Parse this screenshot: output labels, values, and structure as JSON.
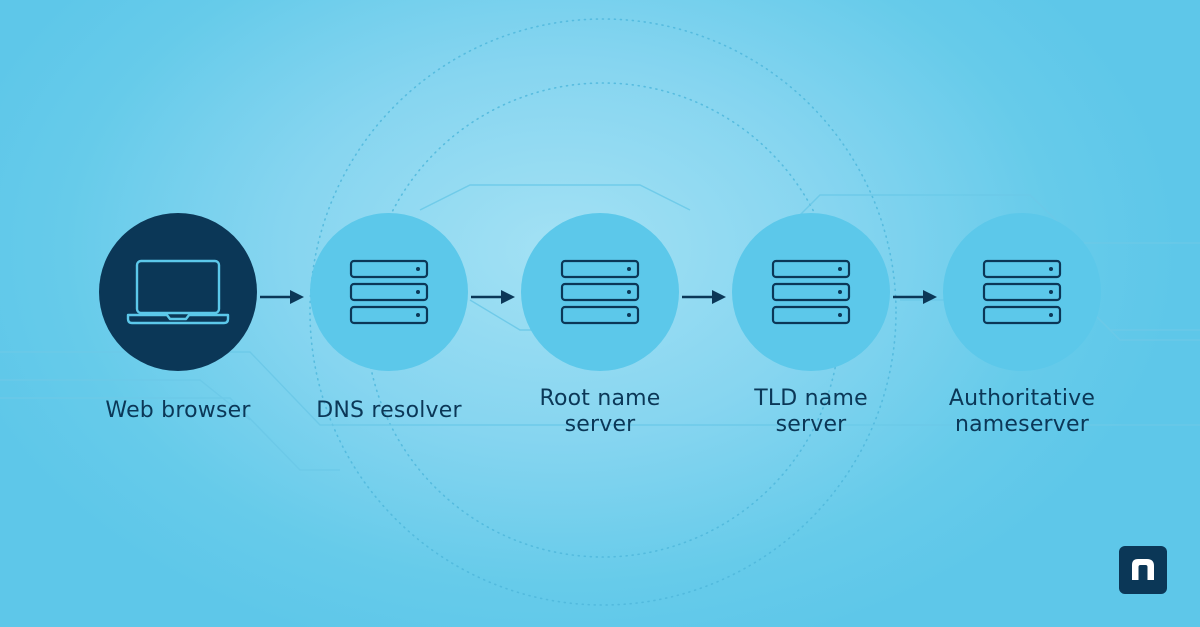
{
  "diagram": {
    "nodes": [
      {
        "id": "web-browser",
        "icon": "laptop-icon",
        "label_lines": [
          "Web browser"
        ]
      },
      {
        "id": "dns-resolver",
        "icon": "server-icon",
        "label_lines": [
          "DNS resolver"
        ]
      },
      {
        "id": "root-name-server",
        "icon": "server-icon",
        "label_lines": [
          "Root name",
          "server"
        ]
      },
      {
        "id": "tld-name-server",
        "icon": "server-icon",
        "label_lines": [
          "TLD name",
          "server"
        ]
      },
      {
        "id": "authoritative-nameserver",
        "icon": "server-icon",
        "label_lines": [
          "Authoritative",
          "nameserver"
        ]
      }
    ],
    "edges": [
      {
        "from": "web-browser",
        "to": "dns-resolver"
      },
      {
        "from": "dns-resolver",
        "to": "root-name-server"
      },
      {
        "from": "root-name-server",
        "to": "tld-name-server"
      },
      {
        "from": "tld-name-server",
        "to": "authoritative-nameserver"
      }
    ]
  },
  "brand": {
    "logo_icon": "ninjaone-n-logo"
  },
  "colors": {
    "background": "#7fd3ef",
    "node_dark": "#0b3757",
    "node_light": "#5cc8ea",
    "icon_laptop": "#5cc8ea",
    "icon_server": "#0b3757",
    "text": "#0b3757",
    "arrow": "#0b3757"
  }
}
